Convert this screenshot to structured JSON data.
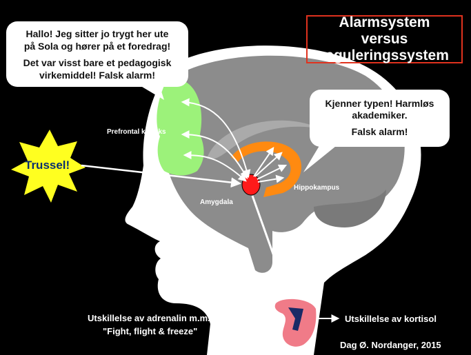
{
  "title": "Alarmsystem versus reguleringssystem",
  "bubble_left": {
    "line1": "Hallo! Jeg sitter jo trygt her ute",
    "line2": "på Sola og hører på et foredrag!",
    "line3": "Det var visst bare et pedagogisk",
    "line4": "virkemiddel! Falsk alarm!"
  },
  "bubble_right": {
    "line1": "Kjenner typen! Harmløs",
    "line2": "akademiker.",
    "line3": "Falsk alarm!"
  },
  "labels": {
    "threat": "Trussel!",
    "prefrontal": "Prefrontal korteks",
    "hippocampus": "Hippokampus",
    "amygdala": "Amygdala",
    "adrenalin_1": "Utskillelse av adrenalin m.m.",
    "adrenalin_2": "\"Fight, flight & freeze\"",
    "cortisol": "Utskillelse av kortisol",
    "credit": "Dag Ø. Nordanger, 2015"
  },
  "colors": {
    "background": "#000000",
    "head": "#ffffff",
    "brain": "#8c8c8c",
    "prefrontal": "#9cf27a",
    "hippocampus": "#ff8a10",
    "amygdala": "#ff1a1a",
    "threat_burst": "#ffff20",
    "title_border": "#e0321e"
  }
}
